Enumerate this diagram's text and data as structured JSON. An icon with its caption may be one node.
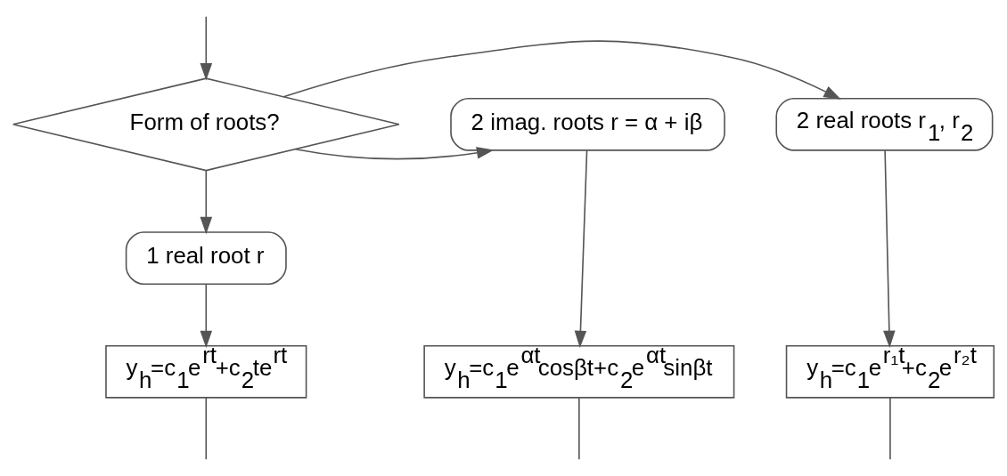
{
  "diagram": {
    "nodes": [
      {
        "text": [
          "Form of roots?"
        ]
      },
      {
        "text": [
          "2 real roots r$_{1}$, r$_{2}$"
        ]
      },
      {
        "text": [
          "2 imag. roots r = α + iβ"
        ]
      },
      {
        "text": [
          "1 real root r"
        ]
      },
      {
        "text": [
          "y$_{h}$=c$_{1}$e$^{r₁t}$+c$_{2}$e$^{r₂t}$"
        ]
      },
      {
        "text": [
          "y$_{h}$=c$_{1}$e$^{rt}$+c$_{2}$te$^{rt}$"
        ]
      },
      {
        "text": [
          "y$_{h}$=c$_{1}$e$^{αt}$cosβt+c$_{2}$e$^{αt}$sinβt"
        ]
      }
    ],
    "edges": [
      {
        "from": null,
        "to": 0,
        "arrow": "to"
      },
      {
        "from": 0,
        "to": 1,
        "arrow": "to"
      },
      {
        "from": 0,
        "to": 2,
        "arrow": "to"
      },
      {
        "from": 0,
        "to": 3,
        "arrow": "to"
      },
      {
        "from": 1,
        "to": 4,
        "arrow": "to"
      },
      {
        "from": 3,
        "to": 5,
        "arrow": "to"
      },
      {
        "from": 2,
        "to": 6,
        "arrow": "to"
      },
      {
        "from": 4,
        "to": null,
        "arrow": "none"
      },
      {
        "from": 5,
        "to": null,
        "arrow": "none"
      },
      {
        "from": 6,
        "to": null,
        "arrow": "none"
      }
    ]
  }
}
